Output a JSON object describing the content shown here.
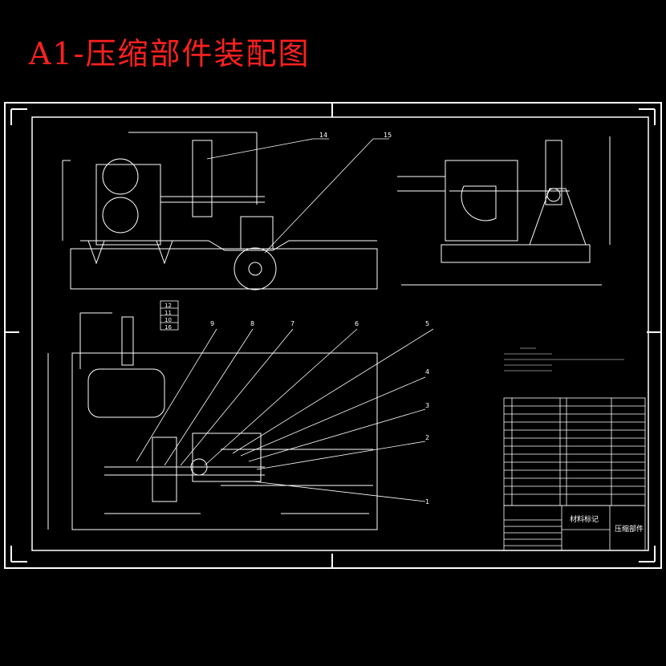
{
  "page_title": "A1-压缩部件装配图",
  "colors": {
    "title": "#ff2020",
    "lines": "#ffffff",
    "background": "#000000"
  },
  "part_balloons": [
    "14",
    "15",
    "9",
    "8",
    "7",
    "6",
    "5",
    "4",
    "3",
    "2",
    "1"
  ],
  "stack_list": [
    "12",
    "11",
    "10",
    "16"
  ],
  "title_block": {
    "drawing_name": "压缩部件",
    "material_mark": "材料标记"
  }
}
